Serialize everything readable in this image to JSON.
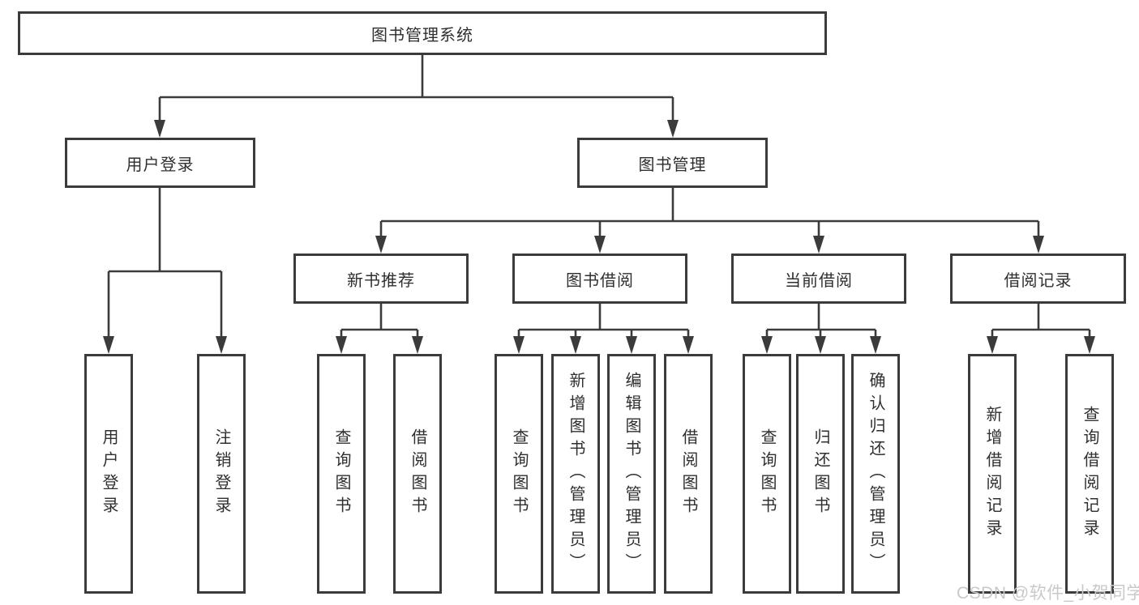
{
  "diagram": {
    "root": {
      "label": "图书管理系统"
    },
    "branches": [
      {
        "label": "用户登录",
        "children": [
          {
            "label": "用户登录"
          },
          {
            "label": "注销登录"
          }
        ]
      },
      {
        "label": "图书管理",
        "children": [
          {
            "label": "新书推荐",
            "children": [
              {
                "label": "查询图书"
              },
              {
                "label": "借阅图书"
              }
            ]
          },
          {
            "label": "图书借阅",
            "children": [
              {
                "label": "查询图书"
              },
              {
                "label": "新增图书（管理员）"
              },
              {
                "label": "编辑图书（管理员）"
              },
              {
                "label": "借阅图书"
              }
            ]
          },
          {
            "label": "当前借阅",
            "children": [
              {
                "label": "查询图书"
              },
              {
                "label": "归还图书"
              },
              {
                "label": "确认归还（管理员）"
              }
            ]
          },
          {
            "label": "借阅记录",
            "children": [
              {
                "label": "新增借阅记录"
              },
              {
                "label": "查询借阅记录"
              }
            ]
          }
        ]
      }
    ]
  },
  "watermark": {
    "text": "CSDN @软件_小贺同学"
  },
  "colors": {
    "line": "#3b3b3b",
    "text": "#2f2f2f",
    "watermark": "#c9c9c9",
    "background": "#ffffff"
  }
}
